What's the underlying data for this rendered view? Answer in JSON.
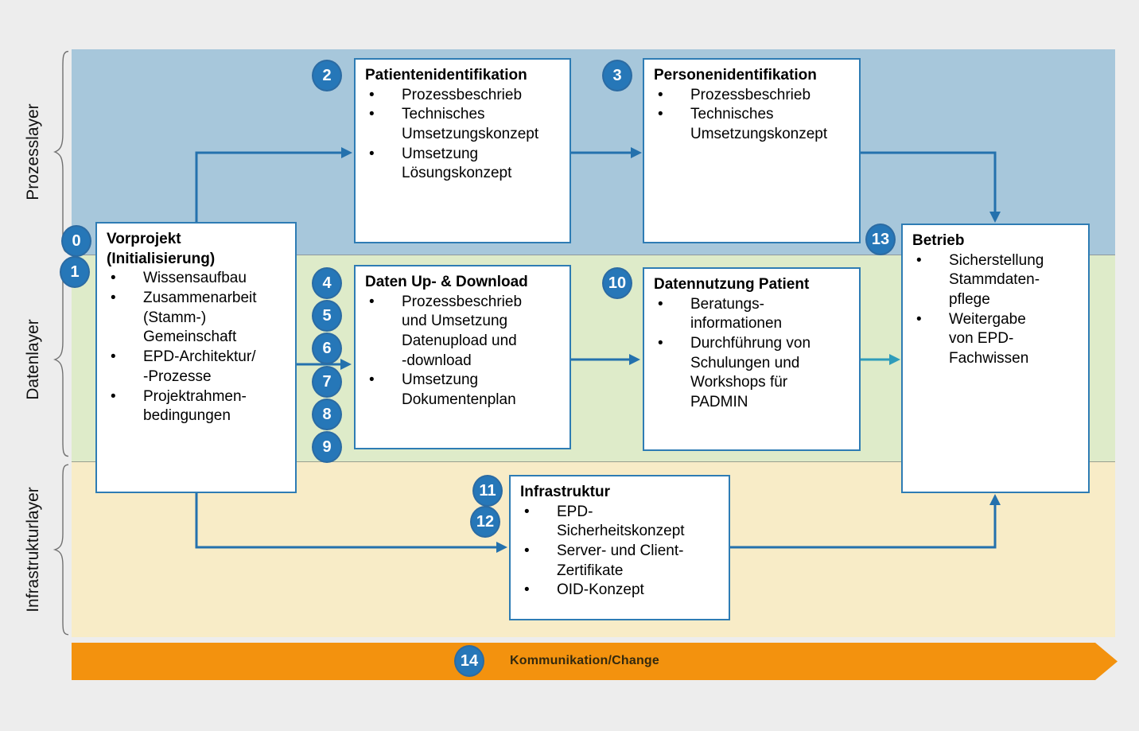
{
  "layers": {
    "process": "Prozesslayer",
    "data": "Datenlayer",
    "infrastructure": "Infrastrukturlayer"
  },
  "boxes": {
    "vorprojekt": {
      "steps": [
        "0",
        "1"
      ],
      "title": "Vorprojekt\n(Initialisierung)",
      "bullets": [
        "Wissensaufbau",
        "Zusammenarbeit\n(Stamm-)\nGemeinschaft",
        "EPD-Architektur/\n-Prozesse",
        "Projektrahmen-\nbedingungen"
      ]
    },
    "patientenidentifikation": {
      "steps": [
        "2"
      ],
      "title": "Patientenidentifikation",
      "bullets": [
        "Prozessbeschrieb",
        "Technisches\nUmsetzungskonzept",
        "Umsetzung\nLösungskonzept"
      ]
    },
    "personenidentifikation": {
      "steps": [
        "3"
      ],
      "title": "Personenidentifikation",
      "bullets": [
        "Prozessbeschrieb",
        "Technisches\nUmsetzungskonzept"
      ]
    },
    "daten_up_download": {
      "steps": [
        "4",
        "5",
        "6",
        "7",
        "8",
        "9"
      ],
      "title": "Daten Up- & Download",
      "bullets": [
        "Prozessbeschrieb\nund Umsetzung\nDatenupload und\n-download",
        "Umsetzung\nDokumentenplan"
      ]
    },
    "datennutzung_patient": {
      "steps": [
        "10"
      ],
      "title": "Datennutzung Patient",
      "bullets": [
        "Beratungs-\ninformationen",
        "Durchführung von\nSchulungen und\nWorkshops für\nPADMIN"
      ]
    },
    "infrastruktur": {
      "steps": [
        "11",
        "12"
      ],
      "title": "Infrastruktur",
      "bullets": [
        "EPD-\nSicherheitskonzept",
        "Server- und Client-\nZertifikate",
        "OID-Konzept"
      ]
    },
    "betrieb": {
      "steps": [
        "13"
      ],
      "title": "Betrieb",
      "bullets": [
        "Sicherstellung\nStammdaten-\npflege",
        "Weitergabe\nvon EPD-\nFachwissen"
      ]
    }
  },
  "banner": {
    "step": "14",
    "label": "Kommunikation/Change"
  },
  "colors": {
    "process_layer_band": "#a7c7db",
    "data_layer_band": "#deebc9",
    "infrastructure_layer_band": "#f8ecc7",
    "banner_orange": "#f3920e",
    "step_circle_blue": "#2677b8",
    "arrow_blue": "#2471ad",
    "arrow_teal": "#2f9cba",
    "box_border_blue": "#2e7cb4"
  }
}
